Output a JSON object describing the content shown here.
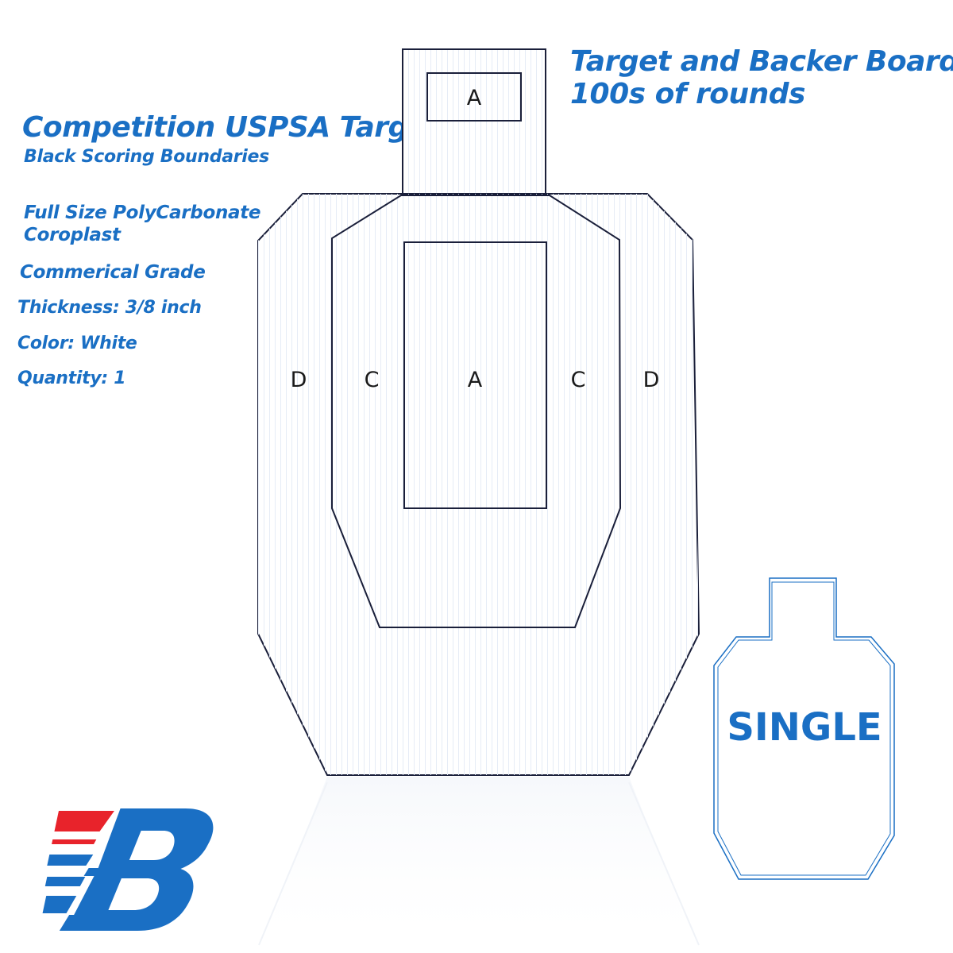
{
  "heading": {
    "title": "Competition USPSA Target",
    "subtitle": "Black Scoring Boundaries"
  },
  "specs": {
    "material_line1": "Full Size PolyCarbonate",
    "material_line2": "Coroplast",
    "grade": "Commerical Grade",
    "thickness": "Thickness: 3/8 inch",
    "color": "Color: White",
    "quantity": "Quantity: 1"
  },
  "tagline": {
    "line1": "Target and Backer Board",
    "line2": "100s of rounds"
  },
  "target_zones": {
    "head": "A",
    "center": "A",
    "left_c": "C",
    "right_c": "C",
    "left_d": "D",
    "right_d": "D"
  },
  "badge": {
    "label": "SINGLE"
  },
  "colors": {
    "brand_blue": "#1a6fc4",
    "brand_red": "#e8232b",
    "outline": "#1a1f3a"
  }
}
